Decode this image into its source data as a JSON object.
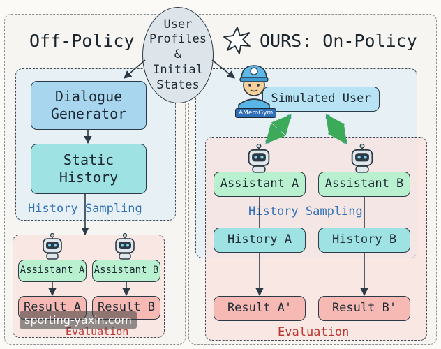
{
  "left": {
    "title": "Off-Policy",
    "dialogue_generator": "Dialogue\nGenerator",
    "static_history": "Static\nHistory",
    "history_sampling": "History Sampling",
    "assistant_a": "Assistant A",
    "assistant_b": "Assistant B",
    "result_a": "Result A",
    "result_b": "Result B",
    "evaluation": "Evaluation"
  },
  "center": {
    "user_profiles": "User\nProfiles\n&\nInitial\nStates"
  },
  "right": {
    "title": "OURS: On-Policy",
    "simulated_user": "Simulated User",
    "avatar_badge": "AMemGym",
    "assistant_a": "Assistant A",
    "assistant_b": "Assistant B",
    "history_sampling": "History Sampling",
    "history_a": "History A",
    "history_b": "History B",
    "result_a": "Result A'",
    "result_b": "Result B'",
    "evaluation": "Evaluation"
  },
  "watermark": "sporting-yaxin.com",
  "colors": {
    "history_label": "#2f6fb7",
    "evaluation_label": "#b8342d",
    "exchange_arrow": "#3b8fd6",
    "exchange_arrow_head": "#3daa5a"
  },
  "icons": [
    "star-burst-icon",
    "robot-icon",
    "user-avatar-icon"
  ]
}
